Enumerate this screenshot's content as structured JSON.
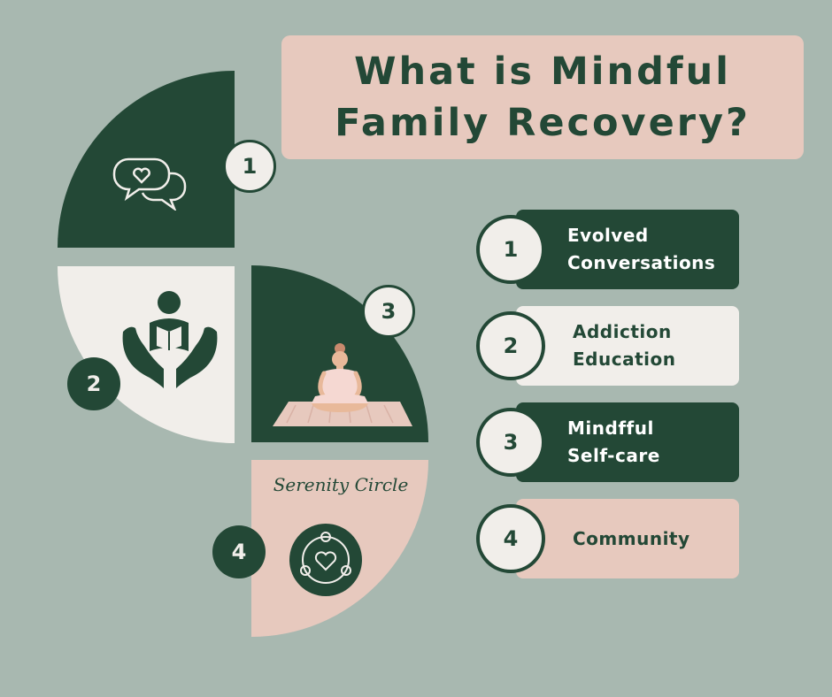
{
  "title": {
    "line1": "What is Mindful",
    "line2": "Family Recovery?"
  },
  "quadrant_badges": [
    "1",
    "2",
    "3",
    "4"
  ],
  "brand": {
    "name": "Serenity Circle"
  },
  "items": [
    {
      "number": "1",
      "line1": "Evolved",
      "line2": "Conversations"
    },
    {
      "number": "2",
      "line1": "Addiction",
      "line2": "Education"
    },
    {
      "number": "3",
      "line1": "Mindfful",
      "line2": "Self-care"
    },
    {
      "number": "4",
      "line1": "Community",
      "line2": ""
    }
  ],
  "colors": {
    "background": "#a8b8b0",
    "dark_green": "#234836",
    "cream": "#f1eeea",
    "blush": "#e7c9be"
  },
  "icons": [
    "chat-bubbles-heart-icon",
    "hands-holding-person-icon",
    "meditating-woman-illustration",
    "circle-community-heart-icon"
  ]
}
